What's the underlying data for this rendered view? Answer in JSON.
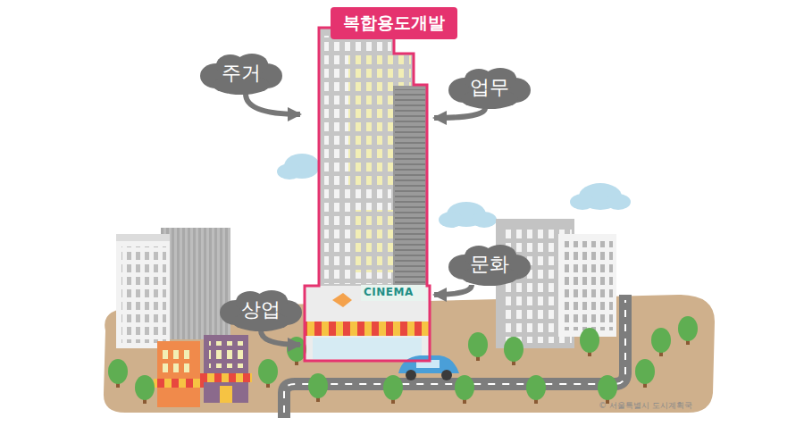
{
  "diagram": {
    "nodes": [
      {
        "text": [
          "복합용도개발"
        ]
      },
      {
        "text": [
          "주거"
        ]
      },
      {
        "text": [
          "업무"
        ]
      },
      {
        "text": [
          "문화"
        ]
      },
      {
        "text": [
          "상업"
        ]
      }
    ],
    "edges": [
      {
        "from": 1,
        "to": 0,
        "arrow": "to"
      },
      {
        "from": 2,
        "to": 0,
        "arrow": "to"
      },
      {
        "from": 3,
        "to": 0,
        "arrow": "to"
      },
      {
        "from": 4,
        "to": 0,
        "arrow": "to"
      }
    ],
    "labels": [
      "CINEMA",
      "© 서울특별시 도시계획국"
    ]
  }
}
